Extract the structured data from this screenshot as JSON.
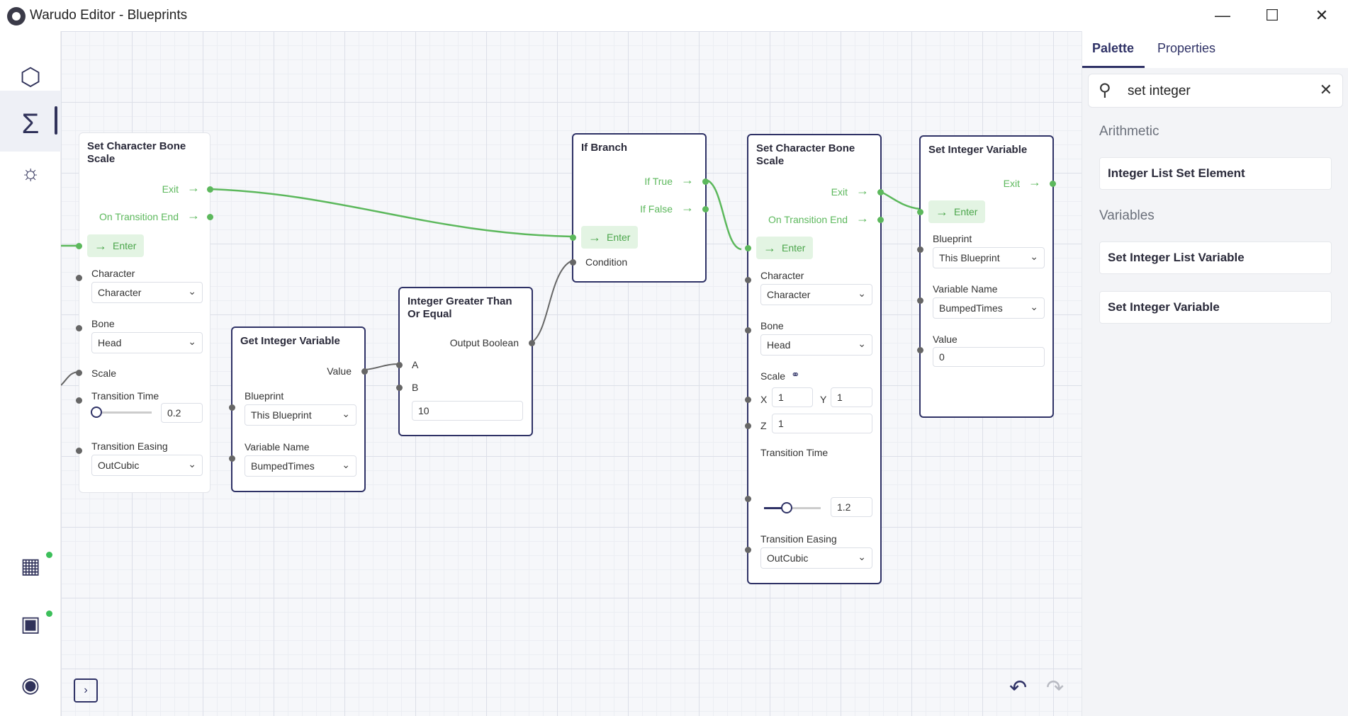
{
  "window": {
    "title": "Warudo Editor - Blueprints"
  },
  "panel": {
    "tabs": [
      "Palette",
      "Properties"
    ],
    "search": {
      "value": "set integer"
    },
    "sections": [
      {
        "title": "Arithmetic",
        "items": [
          "Integer List Set Element"
        ]
      },
      {
        "title": "Variables",
        "items": [
          "Set Integer List Variable",
          "Set Integer Variable"
        ]
      }
    ]
  },
  "nodes": {
    "bone1": {
      "title": "Set Character Bone Scale",
      "exit": "Exit",
      "on_transition_end": "On Transition End",
      "enter": "Enter",
      "character_label": "Character",
      "character_value": "Character",
      "bone_label": "Bone",
      "bone_value": "Head",
      "scale_label": "Scale",
      "transition_time_label": "Transition Time",
      "transition_time_value": "0.2",
      "easing_label": "Transition Easing",
      "easing_value": "OutCubic"
    },
    "getint": {
      "title": "Get Integer Variable",
      "value": "Value",
      "blueprint_label": "Blueprint",
      "blueprint_value": "This Blueprint",
      "varname_label": "Variable Name",
      "varname_value": "BumpedTimes"
    },
    "gte": {
      "title": "Integer Greater Than Or Equal",
      "output": "Output Boolean",
      "a": "A",
      "b": "B",
      "b_value": "10"
    },
    "ifbranch": {
      "title": "If Branch",
      "if_true": "If True",
      "if_false": "If False",
      "enter": "Enter",
      "condition": "Condition"
    },
    "bone2": {
      "title": "Set Character Bone Scale",
      "exit": "Exit",
      "on_transition_end": "On Transition End",
      "enter": "Enter",
      "character_label": "Character",
      "character_value": "Character",
      "bone_label": "Bone",
      "bone_value": "Head",
      "scale_label": "Scale",
      "x_label": "X",
      "x_value": "1",
      "y_label": "Y",
      "y_value": "1",
      "z_label": "Z",
      "z_value": "1",
      "transition_time_label": "Transition Time",
      "transition_time_value": "1.2",
      "easing_label": "Transition Easing",
      "easing_value": "OutCubic"
    },
    "setint": {
      "title": "Set Integer Variable",
      "exit": "Exit",
      "enter": "Enter",
      "blueprint_label": "Blueprint",
      "blueprint_value": "This Blueprint",
      "varname_label": "Variable Name",
      "varname_value": "BumpedTimes",
      "value_label": "Value",
      "value_value": "0"
    }
  },
  "sliders": {
    "bone1_transition_time": 0.0,
    "bone2_transition_time": 0.3
  },
  "colors": {
    "accent": "#2f3266",
    "flow": "#5cb85c",
    "data_wire": "#666666"
  }
}
